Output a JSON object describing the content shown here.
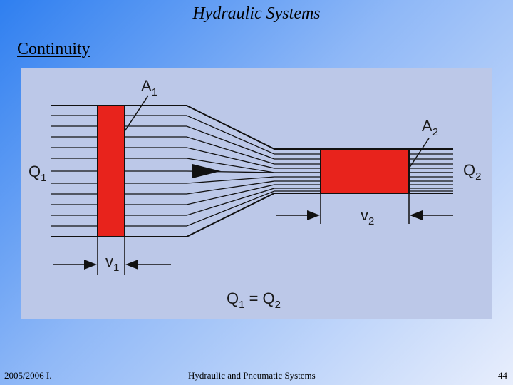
{
  "header": {
    "title": "Hydraulic Systems",
    "subtitle": "Continuity"
  },
  "diagram": {
    "labels": {
      "a1": "A",
      "a1_sub": "1",
      "a2": "A",
      "a2_sub": "2",
      "q1": "Q",
      "q1_sub": "1",
      "q2": "Q",
      "q2_sub": "2",
      "v1": "v",
      "v1_sub": "1",
      "v2": "v",
      "v2_sub": "2",
      "eq_q1": "Q",
      "eq_q1_sub": "1",
      "eq_mid": " = ",
      "eq_q2": "Q",
      "eq_q2_sub": "2"
    },
    "colors": {
      "fluid_slab": "#e8231c",
      "lines": "#111111",
      "background": "#bcc8e8"
    }
  },
  "footer": {
    "left": "2005/2006 I.",
    "center": "Hydraulic and Pneumatic Systems",
    "page": "44"
  }
}
